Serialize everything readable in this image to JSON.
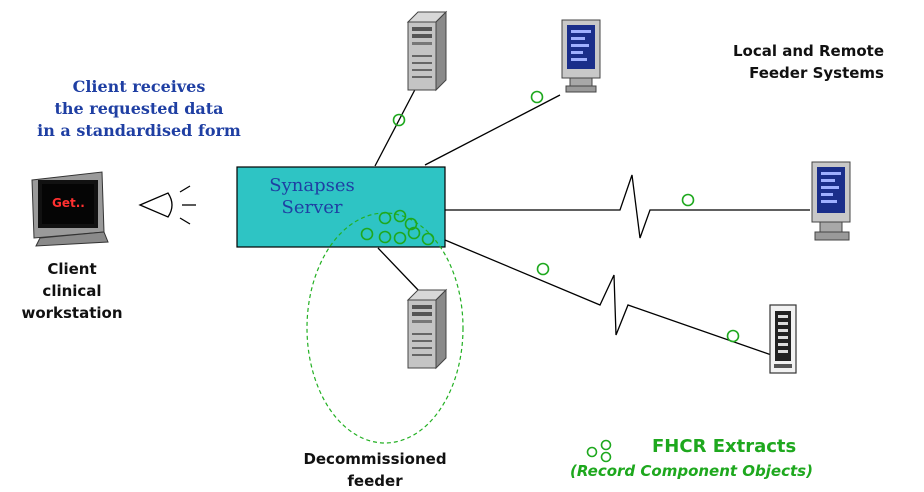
{
  "client_caption": {
    "line1": "Client receives",
    "line2": "the requested  data",
    "line3": "in a standardised form"
  },
  "feeders_caption": {
    "line1": "Local and Remote",
    "line2": "Feeder Systems"
  },
  "server": {
    "line1": "Synapses",
    "line2": "Server"
  },
  "client_screen_text": "Get..",
  "client_label": {
    "line1": "Client",
    "line2": "clinical",
    "line3": "workstation"
  },
  "decommissioned_label": {
    "line1": "Decommissioned",
    "line2": "feeder"
  },
  "legend": {
    "title": "FHCR Extracts",
    "subtitle": "(Record Component Objects)"
  },
  "colors": {
    "server_fill": "#2ec4c4",
    "caption_blue": "#1f3fa3",
    "extract_green": "#1ea81e",
    "screen_red": "#ff3030"
  }
}
